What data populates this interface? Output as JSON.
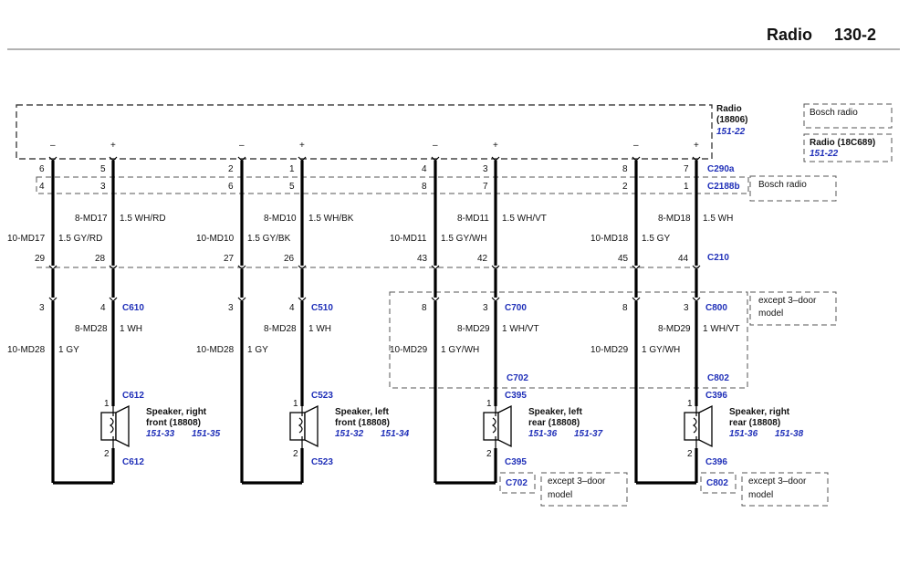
{
  "header": {
    "title": "Radio",
    "page": "130-2"
  },
  "radio": {
    "label": "Radio",
    "part": "(18806)",
    "ref": "151-22"
  },
  "radio_alt": {
    "label": "Radio (18C689)",
    "ref": "151-22"
  },
  "bosch_box": "Bosch radio",
  "bosch_row_label": "Bosch radio",
  "polarity": {
    "minus": "–",
    "plus": "+"
  },
  "connectors": {
    "c290a": "C290a",
    "c2188b": "C2188b",
    "c210": "C210",
    "c610": "C610",
    "c510": "C510",
    "c700": "C700",
    "c800": "C800",
    "c702": "C702",
    "c802": "C802",
    "c612": "C612",
    "c523": "C523",
    "c395": "C395",
    "c396": "C396"
  },
  "except_note": {
    "line1": "except 3–door",
    "line2": "model"
  },
  "groups": [
    {
      "pins_c290a": [
        "6",
        "5"
      ],
      "pins_c2188b": [
        "4",
        "3"
      ],
      "wire_top_plus": "8-MD17",
      "wire_top_plus_color": "1.5 WH/RD",
      "wire_top_minus": "10-MD17",
      "wire_top_minus_color": "1.5 GY/RD",
      "pins_c210": [
        "29",
        "28"
      ],
      "pins_lower": [
        "3",
        "4"
      ],
      "wire_bot_plus": "8-MD28",
      "wire_bot_plus_color": "1 WH",
      "wire_bot_minus": "10-MD28",
      "wire_bot_minus_color": "1 GY",
      "spk_pins": [
        "1",
        "2"
      ],
      "speaker": {
        "line1": "Speaker, right",
        "line2": "front (18808)",
        "ref1": "151-33",
        "ref2": "151-35"
      }
    },
    {
      "pins_c290a": [
        "2",
        "1"
      ],
      "pins_c2188b": [
        "6",
        "5"
      ],
      "wire_top_plus": "8-MD10",
      "wire_top_plus_color": "1.5 WH/BK",
      "wire_top_minus": "10-MD10",
      "wire_top_minus_color": "1.5 GY/BK",
      "pins_c210": [
        "27",
        "26"
      ],
      "pins_lower": [
        "3",
        "4"
      ],
      "wire_bot_plus": "8-MD28",
      "wire_bot_plus_color": "1 WH",
      "wire_bot_minus": "10-MD28",
      "wire_bot_minus_color": "1 GY",
      "spk_pins": [
        "1",
        "2"
      ],
      "speaker": {
        "line1": "Speaker, left",
        "line2": "front (18808)",
        "ref1": "151-32",
        "ref2": "151-34"
      }
    },
    {
      "pins_c290a": [
        "4",
        "3"
      ],
      "pins_c2188b": [
        "8",
        "7"
      ],
      "wire_top_plus": "8-MD11",
      "wire_top_plus_color": "1.5 WH/VT",
      "wire_top_minus": "10-MD11",
      "wire_top_minus_color": "1.5 GY/WH",
      "pins_c210": [
        "43",
        "42"
      ],
      "pins_lower": [
        "8",
        "3"
      ],
      "wire_bot_plus": "8-MD29",
      "wire_bot_plus_color": "1 WH/VT",
      "wire_bot_minus": "10-MD29",
      "wire_bot_minus_color": "1 GY/WH",
      "spk_pins": [
        "1",
        "2"
      ],
      "speaker": {
        "line1": "Speaker, left",
        "line2": "rear (18808)",
        "ref1": "151-36",
        "ref2": "151-37"
      }
    },
    {
      "pins_c290a": [
        "8",
        "7"
      ],
      "pins_c2188b": [
        "2",
        "1"
      ],
      "wire_top_plus": "8-MD18",
      "wire_top_plus_color": "1.5 WH",
      "wire_top_minus": "10-MD18",
      "wire_top_minus_color": "1.5 GY",
      "pins_c210": [
        "45",
        "44"
      ],
      "pins_lower": [
        "8",
        "3"
      ],
      "wire_bot_plus": "8-MD29",
      "wire_bot_plus_color": "1 WH/VT",
      "wire_bot_minus": "10-MD29",
      "wire_bot_minus_color": "1 GY/WH",
      "spk_pins": [
        "1",
        "2"
      ],
      "speaker": {
        "line1": "Speaker, right",
        "line2": "rear (18808)",
        "ref1": "151-36",
        "ref2": "151-38"
      }
    }
  ]
}
